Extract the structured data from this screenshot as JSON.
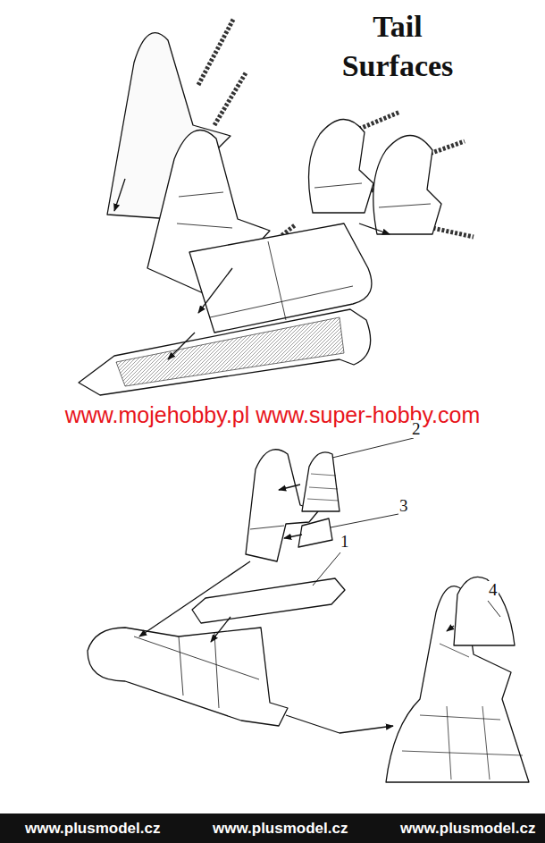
{
  "diagram": {
    "title": "Tail Surfaces",
    "labels": [
      "www.mojehobby.pl www.super-hobby.com",
      "2",
      "3",
      "1",
      "4",
      "www.plusmodel.cz",
      "www.plusmodel.cz",
      "www.plusmodel.cz"
    ]
  }
}
